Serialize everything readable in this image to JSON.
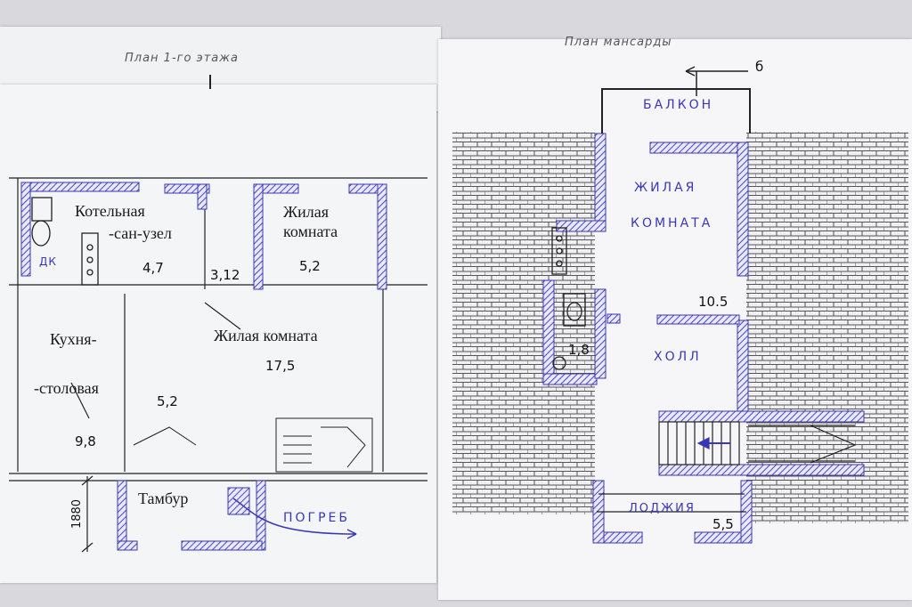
{
  "plans": {
    "first_floor_title": "План 1-го этажа",
    "attic_title": "План мансарды"
  },
  "first_floor": {
    "rooms": {
      "boiler": "Котельная",
      "bathroom": "-сан-узел",
      "dk": "ДК",
      "living_small": "Жилая",
      "living_small_2": "комната",
      "living_big": "Жилая комната",
      "kitchen_1": "Кухня-",
      "kitchen_2": "-столовая",
      "vestibule": "Тамбур",
      "cellar": "ПОГРЕБ"
    },
    "areas": {
      "boiler": "4,7",
      "bathroom": "3,12",
      "living_small": "5,2",
      "living_big": "17,5",
      "hall": "5,2",
      "kitchen": "9,8"
    },
    "dimension": "1880"
  },
  "attic": {
    "section_mark": "б",
    "balcony": "БАЛКОН",
    "living_1": "ЖИЛАЯ",
    "living_2": "КОМНАТА",
    "living_area": "10.5",
    "hall": "ХОЛЛ",
    "wc_area": "1,8",
    "loggia": "ЛОДЖИЯ",
    "loggia_area": "5,5"
  },
  "colors": {
    "hatch_blue": "#4b46c8",
    "wall_black": "#222222",
    "roof": "#555555"
  }
}
